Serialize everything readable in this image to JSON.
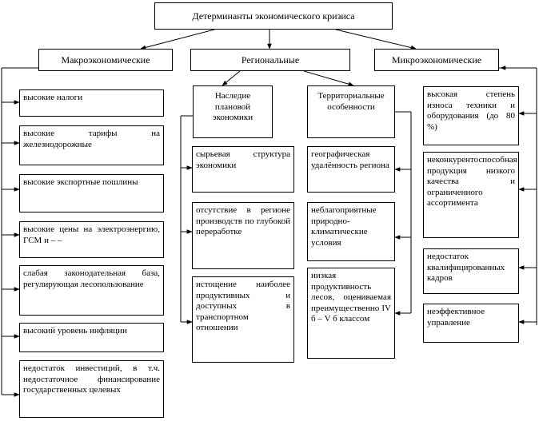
{
  "title": "Детерминанты экономического кризиса",
  "categories": {
    "macro": "Макроэкономические",
    "regional": "Региональные",
    "micro": "Микроэкономические"
  },
  "regional_sub": {
    "legacy": "Наследие плановой экономики",
    "territorial": "Территориальные особенности"
  },
  "macro_items": [
    "высокие налоги",
    "высокие тарифы на железнодорожные",
    "высокие экспортные пошлины",
    "высокие цены на электроэнергию, ГСМ и – –",
    "слабая законодательная база, регулирующая лесопользование",
    "высокий уровень инфляции",
    "недостаток инвестиций, в т.ч. недостаточное финансирование государственных целевых"
  ],
  "legacy_items": [
    "сырьевая структура экономики",
    "отсутствие в регионе производств по глубокой переработке",
    "истощение наиболее продуктивных и доступных в транспортном отношении"
  ],
  "territorial_items": [
    "географическая удалённость региона",
    "неблагоприятные природно-климатические условия",
    "низкая продуктивность лесов, оцениваемая преимущественно IV б – V б классом"
  ],
  "micro_items": [
    "высокая степень износа техники и оборудования (до 80 %)",
    "неконкурентоспособная продукция низкого качества и ограниченного ассортимента",
    "недостаток квалифицированных кадров",
    "неэффективное управление"
  ]
}
